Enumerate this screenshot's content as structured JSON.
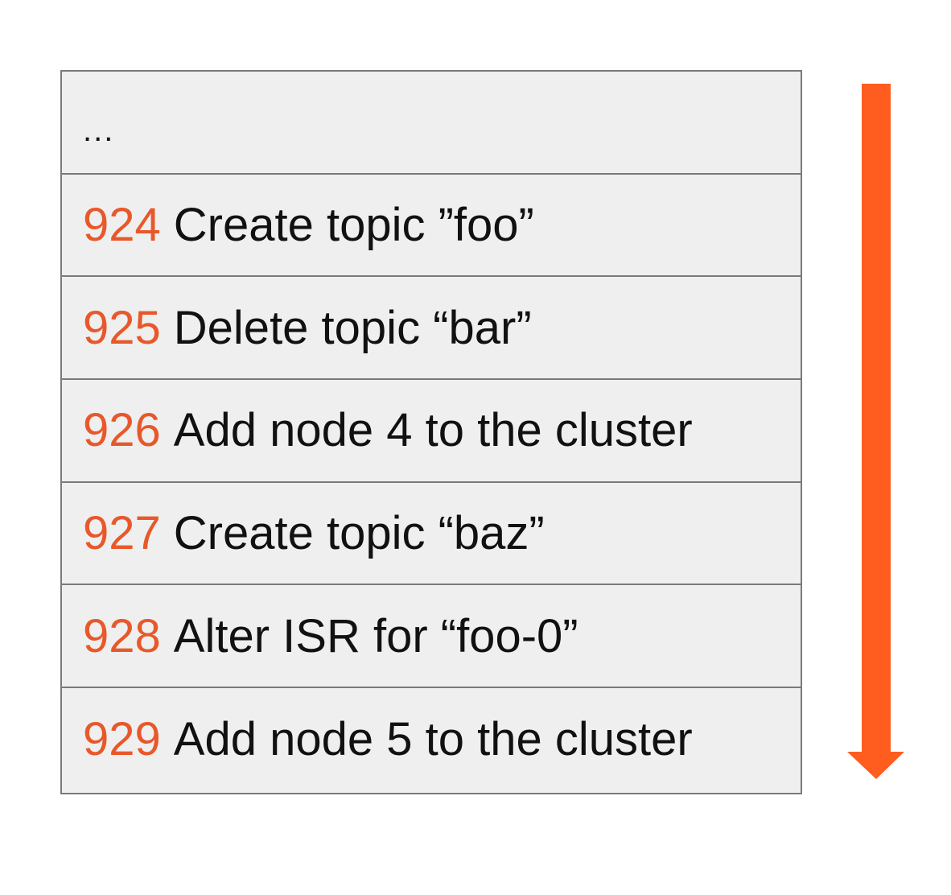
{
  "log": {
    "ellipsis": "...",
    "entries": [
      {
        "offset": "924",
        "text": "Create topic ”foo”"
      },
      {
        "offset": "925",
        "text": "Delete topic “bar”"
      },
      {
        "offset": "926",
        "text": "Add node 4 to the cluster"
      },
      {
        "offset": "927",
        "text": "Create topic “baz”"
      },
      {
        "offset": "928",
        "text": "Alter ISR for “foo-0”"
      },
      {
        "offset": "929",
        "text": "Add node 5 to the cluster"
      }
    ]
  },
  "colors": {
    "offset": "#e8582a",
    "arrow": "#fe5d1f",
    "row_background": "#efefef",
    "border": "#7a7a7a"
  },
  "arrow": {
    "direction": "down"
  }
}
